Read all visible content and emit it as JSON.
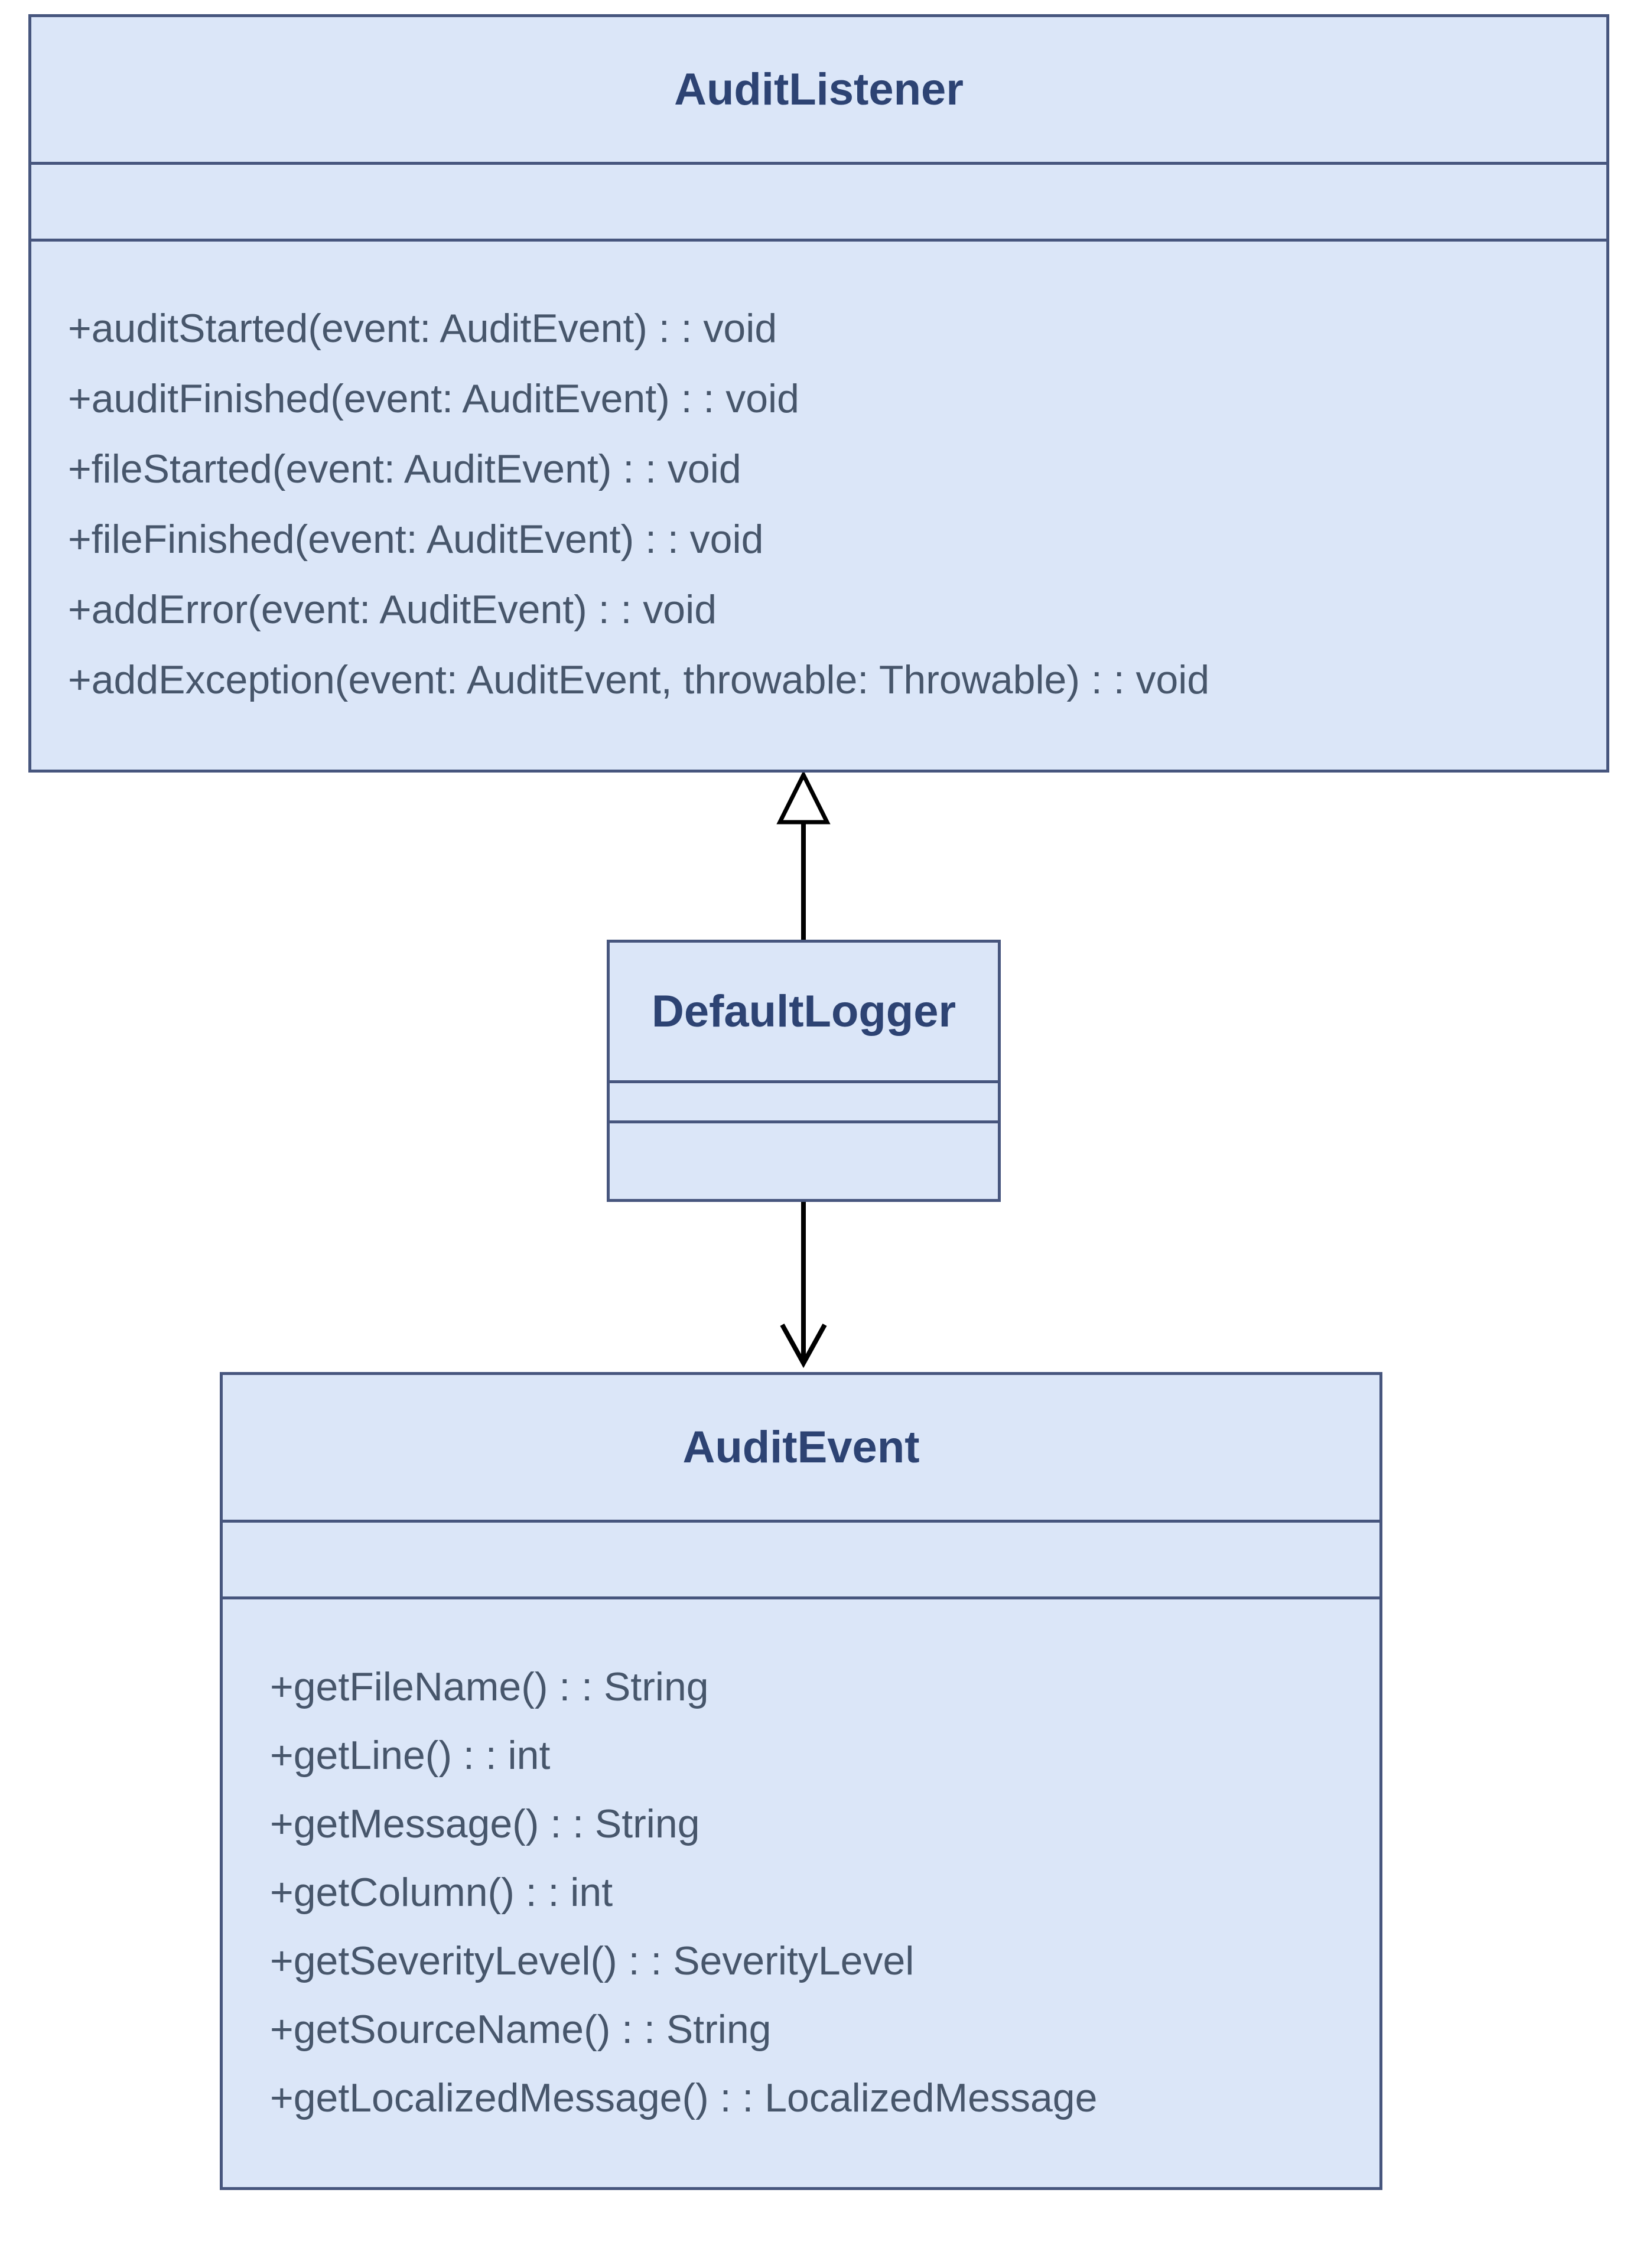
{
  "diagram": {
    "type": "uml-class-diagram",
    "classes": {
      "audit_listener": {
        "name": "AuditListener",
        "attributes": [],
        "methods": [
          "+auditStarted(event: AuditEvent) : : void",
          "+auditFinished(event: AuditEvent) : : void",
          "+fileStarted(event: AuditEvent) : : void",
          "+fileFinished(event: AuditEvent) : : void",
          "+addError(event: AuditEvent) : : void",
          "+addException(event: AuditEvent, throwable: Throwable) : : void"
        ]
      },
      "default_logger": {
        "name": "DefaultLogger",
        "attributes": [],
        "methods": []
      },
      "audit_event": {
        "name": "AuditEvent",
        "attributes": [],
        "methods": [
          "+getFileName() : : String",
          "+getLine() : : int",
          "+getMessage() : : String",
          "+getColumn() : : int",
          "+getSeverityLevel() : : SeverityLevel",
          "+getSourceName() : : String",
          "+getLocalizedMessage() : : LocalizedMessage"
        ]
      }
    },
    "relations": [
      {
        "from": "DefaultLogger",
        "to": "AuditListener",
        "type": "realization-hollow-triangle"
      },
      {
        "from": "DefaultLogger",
        "to": "AuditEvent",
        "type": "directed-association-open-arrow"
      }
    ],
    "colors": {
      "class_fill": "#dbe6f8",
      "class_border": "#47567e",
      "title_text": "#2d4373",
      "method_text": "#47566b",
      "connector": "#000000",
      "background": "#ffffff"
    }
  }
}
